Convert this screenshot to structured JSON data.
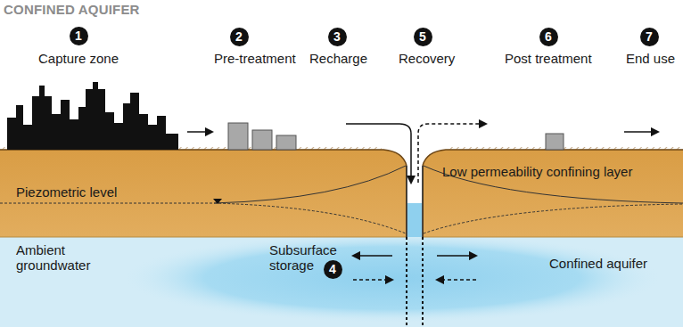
{
  "diagram": {
    "title": "CONFINED AQUIFER",
    "labels": [
      "1",
      "Capture zone",
      "2",
      "Pre-treatment",
      "3",
      "Recharge",
      "5",
      "Recovery",
      "6",
      "Post treatment",
      "7",
      "End use",
      "Low permeability confining layer",
      "Piezometric level",
      "Ambient groundwater",
      "Subsurface storage",
      "4",
      "Confined aquifer"
    ]
  }
}
